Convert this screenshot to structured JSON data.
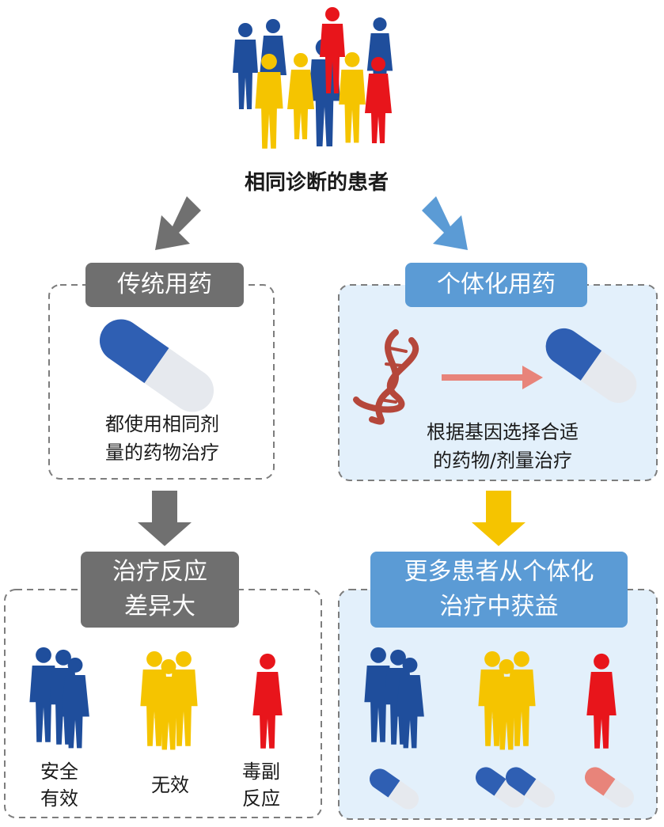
{
  "top": {
    "title": "相同诊断的患者"
  },
  "left": {
    "box_label": "传统用药",
    "caption_line1": "都使用相同剂",
    "caption_line2": "量的药物治疗",
    "result_line1": "治疗反应",
    "result_line2": "差异大",
    "groups": [
      {
        "line1": "安全",
        "line2": "有效"
      },
      {
        "line1": "无效",
        "line2": ""
      },
      {
        "line1": "毒副",
        "line2": "反应"
      }
    ]
  },
  "right": {
    "box_label": "个体化用药",
    "caption_line1": "根据基因选择合适",
    "caption_line2": "的药物/剂量治疗",
    "result_line1": "更多患者从个体化",
    "result_line2": "治疗中获益"
  },
  "colors": {
    "gray": "#6f6f6f",
    "blue_label": "#5b9bd5",
    "navy": "#1f4e9c",
    "yellow": "#f5c400",
    "red": "#e8151b",
    "light_panel": "#e3f0fb",
    "dna": "#b5473b",
    "arrow_salmon": "#e8847a"
  },
  "icons": [
    "people-group-icon",
    "arrow-down-icon",
    "capsule-icon",
    "dna-icon",
    "arrow-right-icon"
  ]
}
